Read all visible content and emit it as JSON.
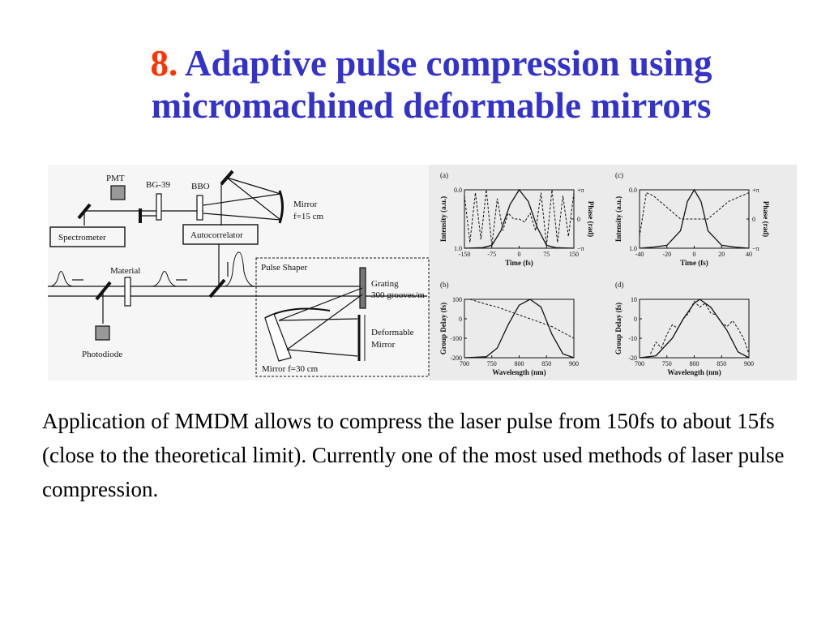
{
  "slide": {
    "title_number": "8.",
    "title_line1": "Adaptive pulse compression using",
    "title_line2": "micromachined deformable mirrors",
    "caption": "Application of MMDM allows to compress the laser pulse from 150fs to about 15fs (close to the theoretical limit). Currently one of the most used methods of laser pulse compression.",
    "colors": {
      "title": "#3333cc",
      "number": "#ff3300"
    }
  },
  "setup": {
    "pmt": "PMT",
    "bg39": "BG-39",
    "bbo": "BBO",
    "mirror_label": "Mirror",
    "mirror_focal": "f=15 cm",
    "spectrometer": "Spectrometer",
    "autocorrelator": "Autocorrelator",
    "material": "Material",
    "photodiode": "Photodiode",
    "pulse_shaper": "Pulse Shaper",
    "grating": "Grating",
    "grating_spec": "300 grooves/m",
    "deformable1": "Deformable",
    "deformable2": "Mirror",
    "mirror_bottom": "Mirror f=30 cm"
  },
  "chart_data": [
    {
      "panel": "(a)",
      "type": "line",
      "xlabel": "Time (fs)",
      "ylabel": "Intensity (a.u.)",
      "y2label": "Phase (rad)",
      "xlim": [
        -150,
        150
      ],
      "ylim": [
        0,
        1
      ],
      "xticks": [
        "-150",
        "-75",
        "0",
        "75",
        "150"
      ],
      "yticks": [
        "0.0",
        "1.0"
      ],
      "y2ticks": [
        "+π",
        "0",
        "−π"
      ],
      "series": [
        {
          "style": "solid",
          "x": [
            -150,
            -100,
            -75,
            -50,
            -25,
            0,
            25,
            50,
            75,
            100,
            150
          ],
          "y": [
            0,
            0.01,
            0.05,
            0.3,
            0.75,
            1,
            0.8,
            0.35,
            0.05,
            0.01,
            0
          ]
        },
        {
          "style": "dashed",
          "x": [
            -150,
            -135,
            -120,
            -105,
            -90,
            -75,
            -60,
            -45,
            -30,
            -15,
            0,
            15,
            30,
            45,
            60,
            75,
            90,
            105,
            120,
            135,
            150
          ],
          "y": [
            0.9,
            0.1,
            0.95,
            0.15,
            1,
            0.05,
            0.85,
            0.3,
            0.6,
            0.5,
            0.5,
            0.45,
            0.6,
            0.3,
            0.95,
            0.05,
            1,
            0.1,
            0.9,
            0.2,
            0.95
          ]
        }
      ]
    },
    {
      "panel": "(c)",
      "type": "line",
      "xlabel": "Time (fs)",
      "ylabel": "Intensity (a.u.)",
      "y2label": "Phase (rad)",
      "xlim": [
        -40,
        40
      ],
      "ylim": [
        0,
        1
      ],
      "xticks": [
        "-40",
        "-20",
        "0",
        "20",
        "40"
      ],
      "yticks": [
        "0.0",
        "1.0"
      ],
      "y2ticks": [
        "+π",
        "0",
        "−π"
      ],
      "series": [
        {
          "style": "solid",
          "x": [
            -40,
            -30,
            -20,
            -10,
            -5,
            0,
            5,
            10,
            20,
            30,
            40
          ],
          "y": [
            0,
            0.02,
            0.05,
            0.3,
            0.8,
            1,
            0.8,
            0.3,
            0.05,
            0.02,
            0
          ]
        },
        {
          "style": "dashed",
          "x": [
            -40,
            -35,
            -30,
            -25,
            -20,
            -15,
            -10,
            -5,
            0,
            5,
            10,
            15,
            20,
            25,
            30,
            35,
            40
          ],
          "y": [
            0.2,
            0.95,
            0.9,
            0.8,
            0.7,
            0.6,
            0.5,
            0.5,
            0.5,
            0.5,
            0.5,
            0.6,
            0.7,
            0.8,
            0.85,
            0.9,
            0.95
          ]
        }
      ]
    },
    {
      "panel": "(b)",
      "type": "line",
      "xlabel": "Wavelength (nm)",
      "ylabel": "Group Delay (fs)",
      "xlim": [
        700,
        900
      ],
      "ylim": [
        -200,
        100
      ],
      "xticks": [
        "700",
        "750",
        "800",
        "850",
        "900"
      ],
      "yticks": [
        "100",
        "0",
        "-100",
        "-200"
      ],
      "series": [
        {
          "style": "solid",
          "x": [
            700,
            740,
            760,
            780,
            800,
            820,
            840,
            860,
            880,
            900
          ],
          "y": [
            -200,
            -195,
            -150,
            -30,
            70,
            100,
            60,
            -80,
            -180,
            -200
          ]
        },
        {
          "style": "dashed",
          "x": [
            710,
            740,
            760,
            780,
            800,
            820,
            840,
            860,
            880,
            900
          ],
          "y": [
            100,
            75,
            60,
            40,
            20,
            0,
            -20,
            -40,
            -70,
            -100
          ]
        }
      ]
    },
    {
      "panel": "(d)",
      "type": "line",
      "xlabel": "Wavelength (nm)",
      "ylabel": "Group Delay (fs)",
      "xlim": [
        700,
        900
      ],
      "ylim": [
        -20,
        10
      ],
      "xticks": [
        "700",
        "750",
        "800",
        "850",
        "900"
      ],
      "yticks": [
        "10",
        "0",
        "-10",
        "-20"
      ],
      "series": [
        {
          "style": "solid",
          "x": [
            700,
            730,
            760,
            780,
            800,
            810,
            830,
            860,
            880,
            900
          ],
          "y": [
            -20,
            -19,
            -10,
            0,
            8,
            10,
            6,
            -6,
            -17,
            -20
          ]
        },
        {
          "style": "dashed",
          "x": [
            720,
            730,
            740,
            750,
            760,
            770,
            780,
            790,
            800,
            810,
            820,
            830,
            840,
            850,
            860,
            870,
            880,
            890,
            900
          ],
          "y": [
            -18,
            -12,
            -15,
            -8,
            -3,
            -5,
            0,
            3,
            9,
            6,
            8,
            3,
            2,
            -2,
            -4,
            -1,
            -5,
            -10,
            -18
          ]
        }
      ]
    }
  ]
}
